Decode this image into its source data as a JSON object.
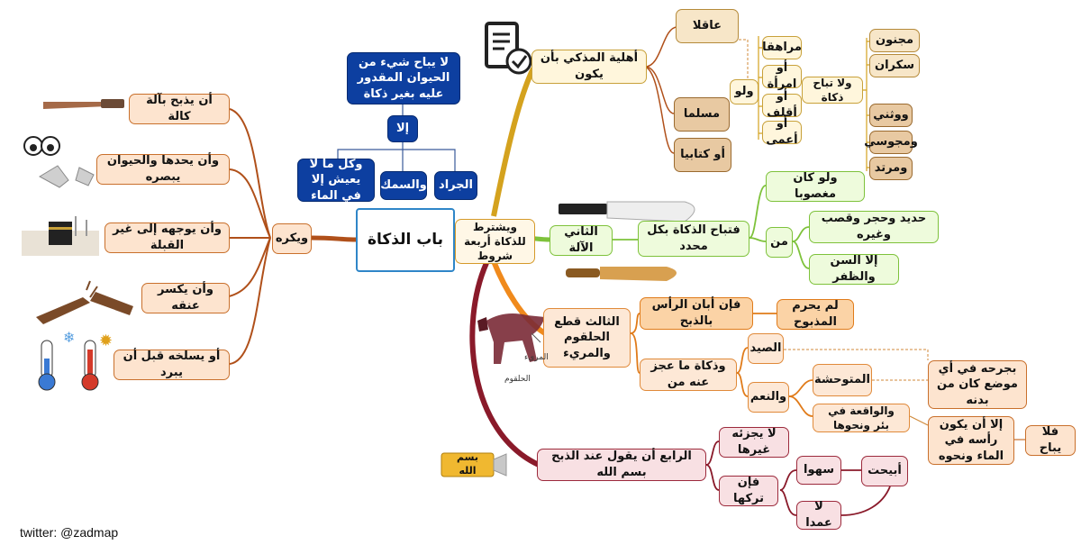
{
  "center": "باب الذكاة",
  "conditions_hub": "ويشترط للذكاة أربعة شروط",
  "makruh": {
    "hub": "ويكره",
    "items": [
      "أن يذبح بآلة كالة",
      "وأن يحدها والحيوان يبصره",
      "وأن يوجهه إلى غير القبلة",
      "وأن يكسر عنقه",
      "أو يسلخه قبل أن يبرد"
    ]
  },
  "blue": {
    "top": "لا يباح شيء من الحيوان المقدور عليه بغير ذكاة",
    "illa": "إلا",
    "items": [
      "وكل ما لا يعيش إلا في الماء",
      "والسمك",
      "الجراد"
    ]
  },
  "first": {
    "label": "أهلية المذكي بأن يكون",
    "aqil": "عاقلا",
    "muslim": "مسلما",
    "kitabi": "أو كتابيا",
    "walaw": "ولو",
    "walaw_items": [
      "مراهقا",
      "أو امرأة",
      "أو أقلف",
      "أو أعمى"
    ],
    "la_tubah": "ولا تباح ذكاة",
    "la_items": [
      "مجنون",
      "سكران",
      "ووثني",
      "ومجوسي",
      "ومرتد"
    ]
  },
  "second": {
    "label": "الثاني الآلة",
    "mubah": "فتباح الذكاة بكل محدد",
    "walaw": "ولو كان مغصوبا",
    "min": "من",
    "hadid": "حديد وحجر وقصب وغيره",
    "illa": "إلا السن والظفر"
  },
  "third": {
    "label": "الثالث قطع الحلقوم والمريء",
    "abana": "فإن أبان الرأس بالذبح",
    "lam_yahrum": "لم يحرم المذبوح",
    "ajaza": "وذكاة ما عجز عنه من",
    "sayd": "الصيد",
    "naam": "والنعم",
    "mutawahhisha": "المتوحشة",
    "waqia": "والواقعة في بئر ونحوها",
    "jarh": "بجرحه في أي موضع كان من بدنه",
    "illa_an": "إلا أن يكون رأسه في الماء ونحوه",
    "fala": "فلا يباح",
    "mari": "المريء",
    "hulqum": "الحلقوم"
  },
  "fourth": {
    "label": "الرابع أن يقول عند الذبح بسم الله",
    "la_yujzi": "لا يجزئه غيرها",
    "tarakaha": "فإن تركها",
    "sahwan": "سهوا",
    "ubihat": "أبيحت",
    "amdan": "لا عمدا",
    "bismillah": "بسم الله"
  },
  "footer": "twitter: @zadmap",
  "colors": {
    "makruh": "#b0501a",
    "first": "#d4a21e",
    "second": "#7ec23b",
    "third": "#f08a1c",
    "fourth": "#8a1a2a",
    "blue": "#0d3fa0",
    "center": "#2f86c8"
  }
}
